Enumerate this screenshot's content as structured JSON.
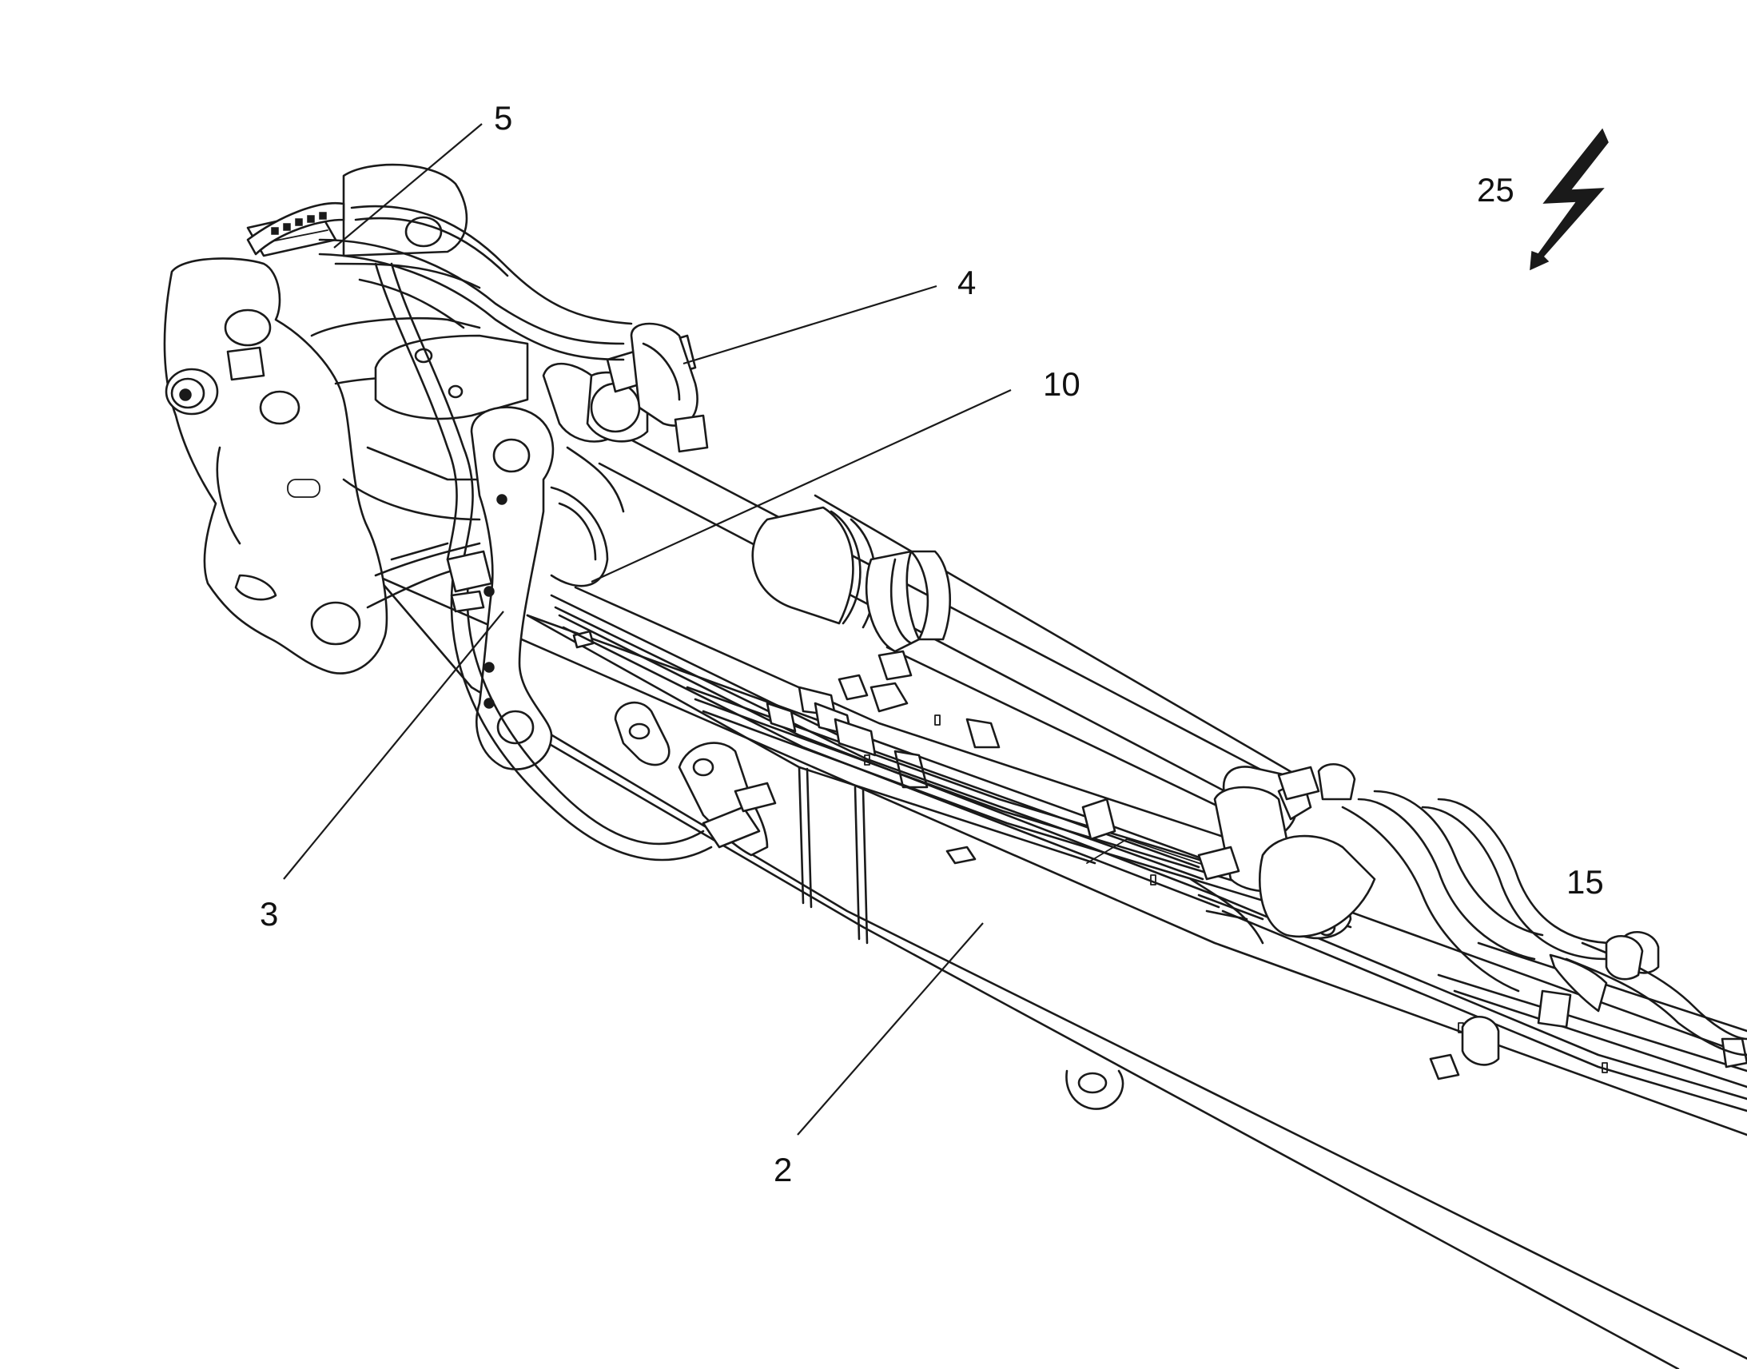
{
  "callouts": {
    "c2": "2",
    "c3": "3",
    "c4": "4",
    "c5": "5",
    "c10": "10",
    "c15": "15",
    "c25": "25"
  },
  "colors": {
    "line": "#1a1a1a",
    "background": "#ffffff"
  },
  "icons": {
    "hazard": "lightning-bolt-icon"
  }
}
